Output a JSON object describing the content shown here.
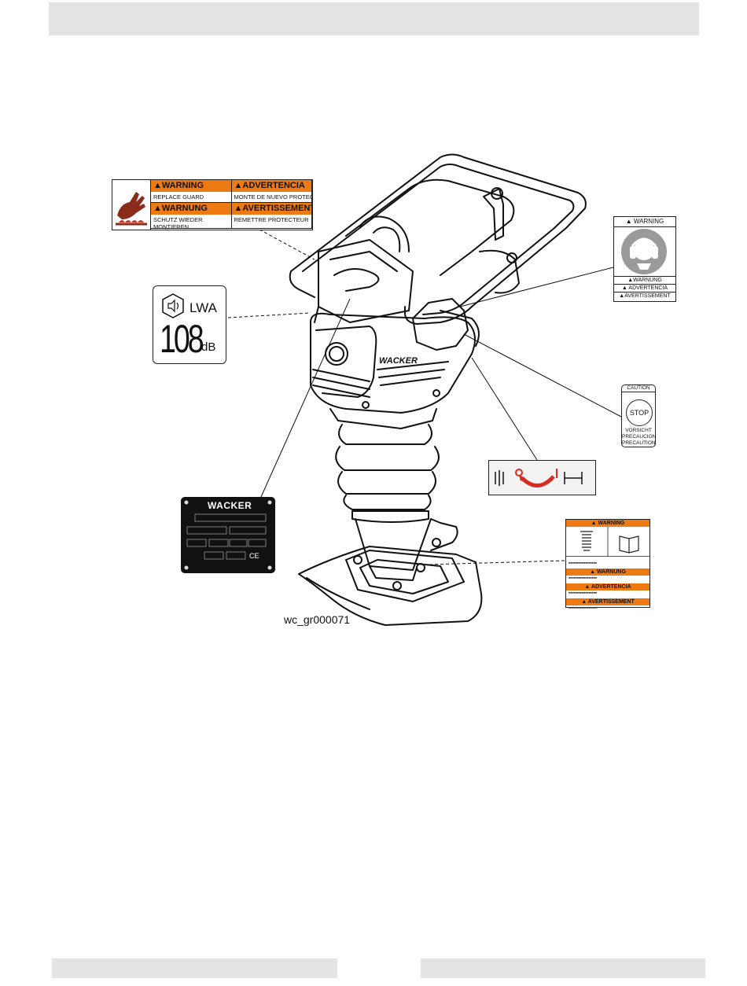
{
  "caption": "wc_gr000071",
  "guard_decal": {
    "warning": "▲WARNING",
    "advertencia": "▲ADVERTENCIA",
    "replace_guard": "REPLACE GUARD",
    "monte": "MONTE DE NUEVO PROTECTOR",
    "warnung": "▲WARNUNG",
    "avertissement": "▲AVERTISSEMENT",
    "schutz": "SCHUTZ WIEDER MONTIEREN",
    "remettre": "REMETTRE PROTECTEUR"
  },
  "lwa_decal": {
    "lwa": "LWA",
    "value": "108",
    "unit": "dB"
  },
  "hearing_decal": {
    "warning": "▲ WARNING",
    "warnung": "▲WARNUNG",
    "advertencia": "▲ ADVERTENCIA",
    "avertissement": "▲AVERTISSEMENT"
  },
  "stop_decal": {
    "caution": "CAUTION",
    "stop": "STOP",
    "vorsicht": "VORSICHT",
    "precaucion": "PRECAUCION",
    "precaution": "PRECAUTION"
  },
  "nameplate": {
    "brand": "WACKER"
  },
  "spring_decal": {
    "warning": "▲ WARNING",
    "warnung": "▲ WARNUNG",
    "advertencia": "▲ ADVERTENCIA",
    "avertissement": "▲ AVERTISSEMENT"
  },
  "colors": {
    "warning_orange": "#ee7a14",
    "gray_bar": "#e4e4e4"
  }
}
